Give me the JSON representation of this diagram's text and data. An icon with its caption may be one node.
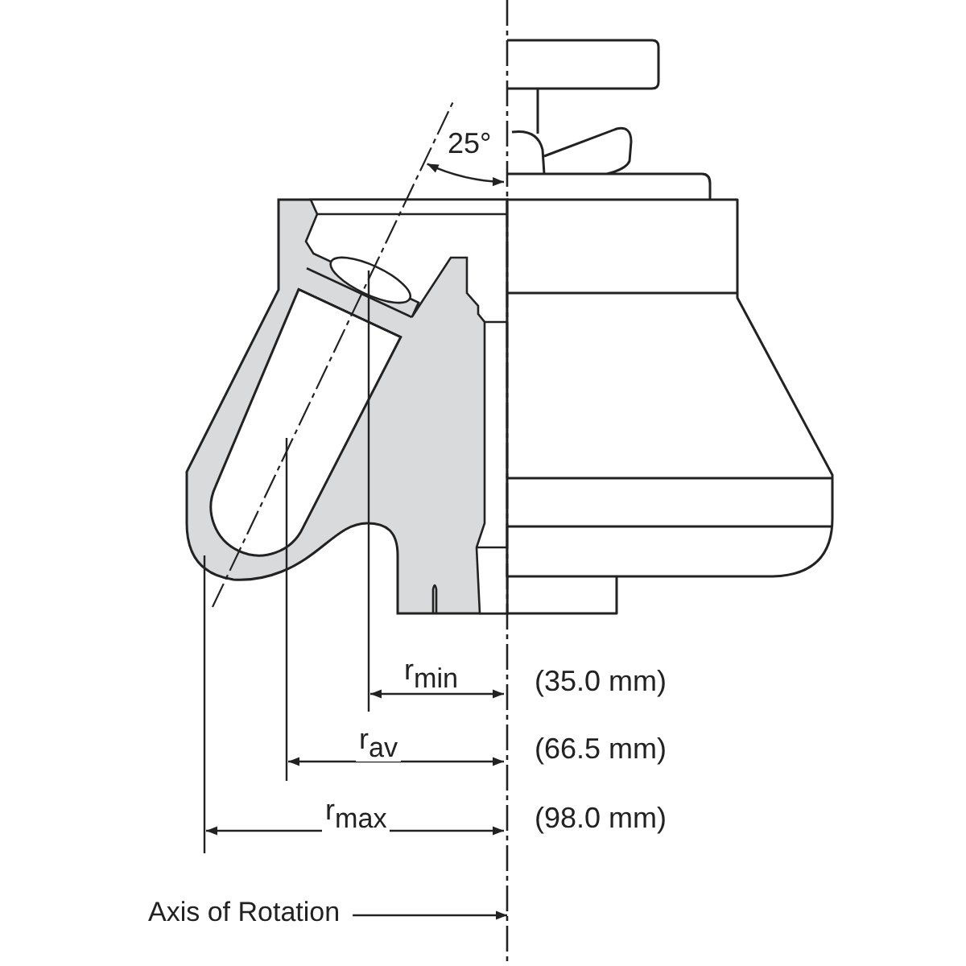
{
  "diagram": {
    "nodes": [
      {
        "text": [
          "Axis of Rotation"
        ]
      },
      {
        "text": [],
        "shape": "line"
      }
    ],
    "edges": [
      {
        "from": 0,
        "to": 1,
        "arrow": "to"
      }
    ],
    "labels": [
      "25°",
      "r$_{min}$",
      "(35.0 mm)",
      "r$_{av}$",
      "(66.5 mm)",
      "r$_{max}$",
      "(98.0 mm)"
    ]
  }
}
